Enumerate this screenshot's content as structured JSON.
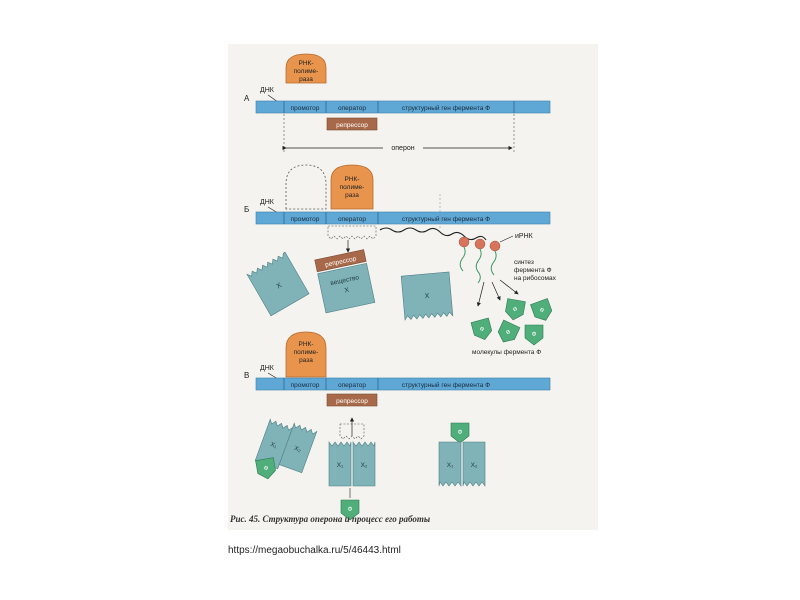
{
  "panels": [
    {
      "letter": "А",
      "dna_label": "ДНК",
      "polymerase_lines": [
        "РНК-",
        "полиме-",
        "раза"
      ],
      "gene_labels": [
        "промотор",
        "оператор",
        "структурный ген фермента Ф"
      ],
      "repressor_label": "репрессор",
      "operon_label": "оперон"
    },
    {
      "letter": "Б",
      "dna_label": "ДНК",
      "polymerase_lines": [
        "РНК-",
        "полиме-",
        "раза"
      ],
      "gene_labels": [
        "промотор",
        "оператор",
        "структурный ген фермента Ф"
      ],
      "repressor_label": "репрессор",
      "substance_lines": [
        "вещество",
        "Х"
      ],
      "x_label": "Х",
      "mrna_label": "иРНК",
      "synthesis_lines": [
        "синтез",
        "фермента Ф",
        "на рибосомах"
      ],
      "enzyme_label": "Ф",
      "enzyme_molecules_label": "молекулы фермента Ф"
    },
    {
      "letter": "В",
      "dna_label": "ДНК",
      "polymerase_lines": [
        "РНК-",
        "полиме-",
        "раза"
      ],
      "gene_labels": [
        "промотор",
        "оператор",
        "структурный ген фермента Ф"
      ],
      "repressor_label": "репрессор",
      "x1_label": "Х₁",
      "x2_label": "Х₂",
      "enzyme_label": "Ф"
    }
  ],
  "caption": "Рис. 45. Структура оперона и процесс его работы",
  "source_url": "https://megaobuchalka.ru/5/46443.html",
  "colors": {
    "dna": "#5fa8d6",
    "polymerase": "#e8944c",
    "repressor": "#a8694a",
    "substance": "#7fb3b8",
    "enzyme": "#4fae7a",
    "ribosome": "#d9745c"
  }
}
